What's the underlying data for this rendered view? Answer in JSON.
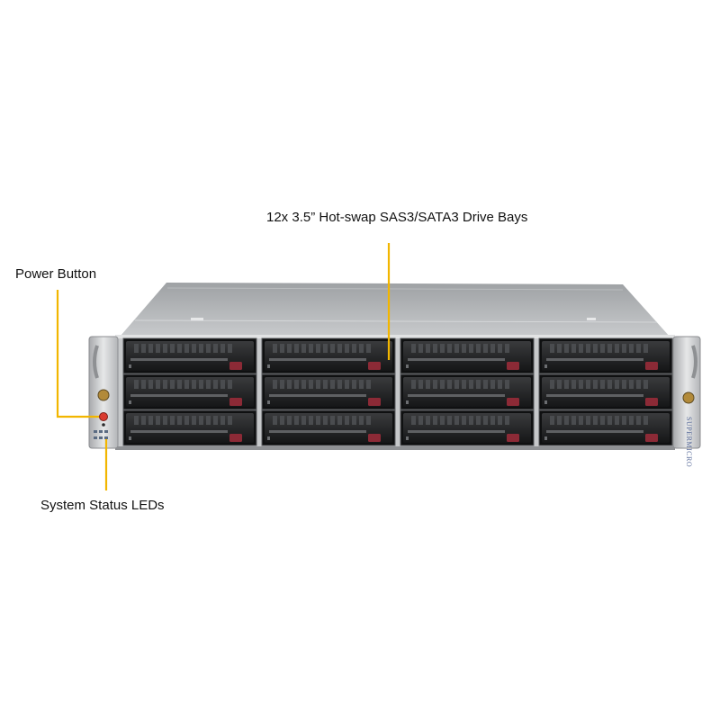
{
  "callouts": {
    "drive_bays": "12x 3.5” Hot-swap SAS3/SATA3 Drive Bays",
    "power_button": "Power Button",
    "status_leds": "System Status LEDs"
  },
  "product": {
    "brand_mark": "SUPERMICRO",
    "drive_bay_count": 12,
    "drive_rows": 3,
    "drive_columns": 4
  },
  "colors": {
    "callout_line": "#f2b600",
    "chassis": "#c8cacc",
    "drive_tray": "#1e1f21",
    "drive_release": "#8c2a36",
    "power_button": "#d93b2f"
  },
  "icons": {
    "power": "power-button-icon",
    "leds": "status-led-icon"
  }
}
